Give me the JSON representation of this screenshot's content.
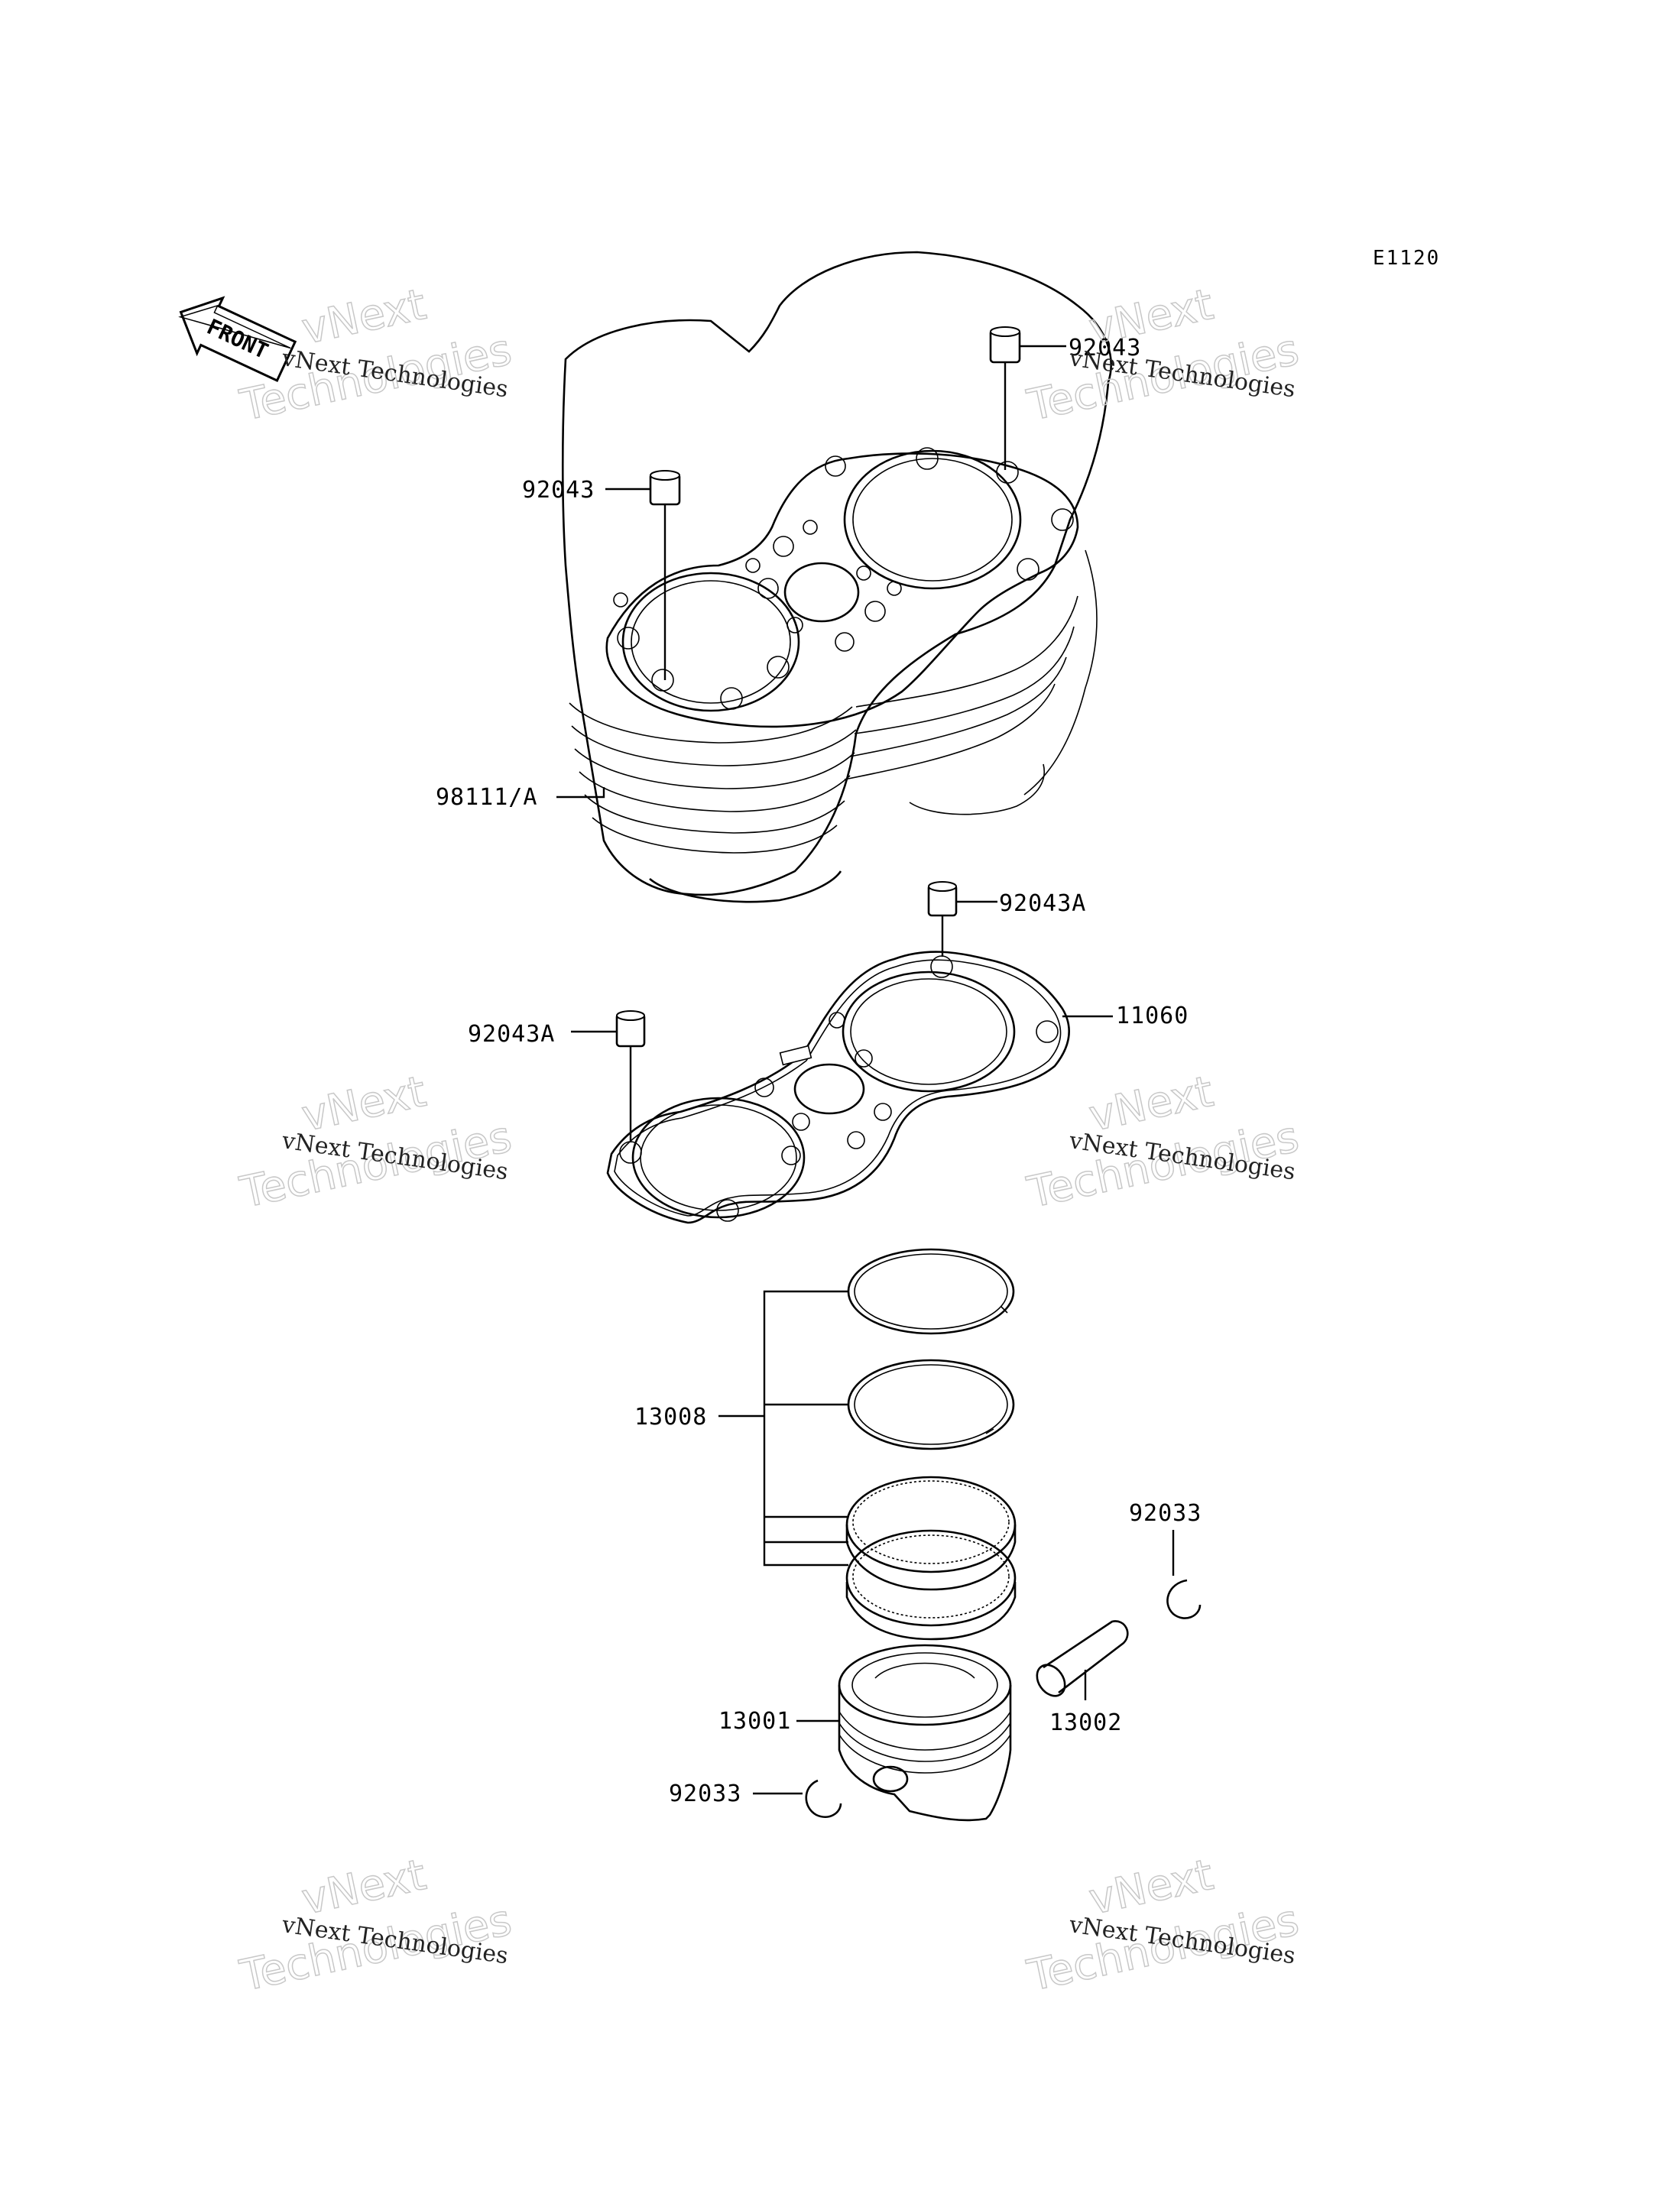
{
  "diagram_code": "E1120",
  "front_label": "FRONT",
  "watermark": {
    "line1": "vNext Technologies",
    "line2": "vNext",
    "line3": "Technologies"
  },
  "callouts": {
    "dowel_top_right": "92043",
    "dowel_top_left": "92043",
    "cylinder": "98111/A",
    "dowel_gasket_top": "92043A",
    "dowel_gasket_left": "92043A",
    "gasket": "11060",
    "ring_set": "13008",
    "circlip_right": "92033",
    "piston": "13001",
    "piston_pin": "13002",
    "circlip_left": "92033"
  }
}
